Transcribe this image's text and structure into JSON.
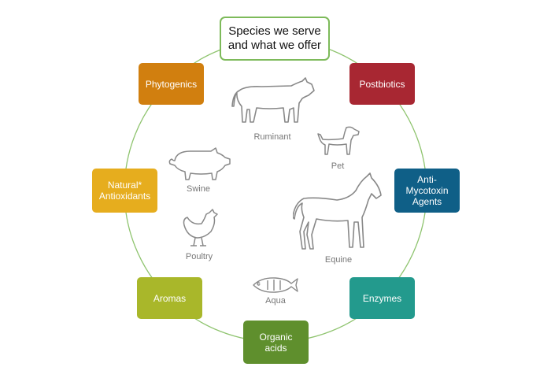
{
  "title": "Species we serve\nand what we offer",
  "offers": {
    "phytogenics": {
      "label": "Phytogenics",
      "color": "#d17f0f"
    },
    "postbiotics": {
      "label": "Postbiotics",
      "color": "#a82732"
    },
    "natural_antioxidants": {
      "label": "Natural*\nAntioxidants",
      "color": "#e6ad1e"
    },
    "anti_mycotoxin": {
      "label": "Anti-\nMycotoxin\nAgents",
      "color": "#0f5f87"
    },
    "aromas": {
      "label": "Aromas",
      "color": "#a9b72a"
    },
    "enzymes": {
      "label": "Enzymes",
      "color": "#239a8d"
    },
    "organic_acids": {
      "label": "Organic\nacids",
      "color": "#5f8f2d"
    }
  },
  "species": {
    "ruminant": "Ruminant",
    "pet": "Pet",
    "swine": "Swine",
    "equine": "Equine",
    "poultry": "Poultry",
    "aqua": "Aqua"
  },
  "ring_color": "#8fc46f"
}
